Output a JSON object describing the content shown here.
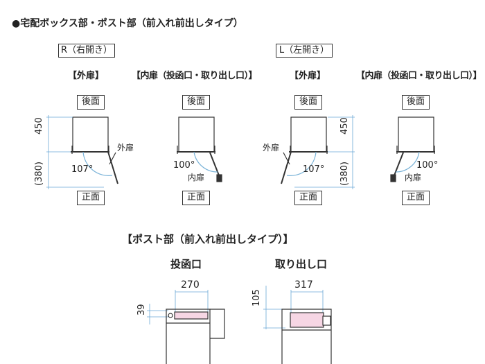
{
  "header": {
    "title": "●宅配ボックス部・ポスト部（前入れ前出しタイプ）"
  },
  "right_unit": {
    "label": "R（右開き）",
    "outer": {
      "caption": "【外扉】",
      "back": "後面",
      "front": "正面",
      "dim_upper": "450",
      "dim_lower": "(380)",
      "angle": "107°",
      "door_label": "外扉"
    },
    "inner": {
      "caption": "【内扉（投函口・取り出し口）】",
      "back": "後面",
      "front": "正面",
      "angle": "100°",
      "door_label": "内扉"
    }
  },
  "left_unit": {
    "label": "L（左開き）",
    "outer": {
      "caption": "【外扉】",
      "back": "後面",
      "front": "正面",
      "dim_upper": "450",
      "dim_lower": "(380)",
      "angle": "107°",
      "door_label": "外扉"
    },
    "inner": {
      "caption": "【内扉（投函口・取り出し口）】",
      "back": "後面",
      "front": "正面",
      "angle": "100°",
      "door_label": "内扉"
    }
  },
  "post": {
    "title": "【ポスト部（前入れ前出しタイプ）】",
    "slot": {
      "caption": "投函口",
      "width": "270",
      "height": "39"
    },
    "outlet": {
      "caption": "取り出し口",
      "width": "317",
      "height": "105"
    }
  }
}
